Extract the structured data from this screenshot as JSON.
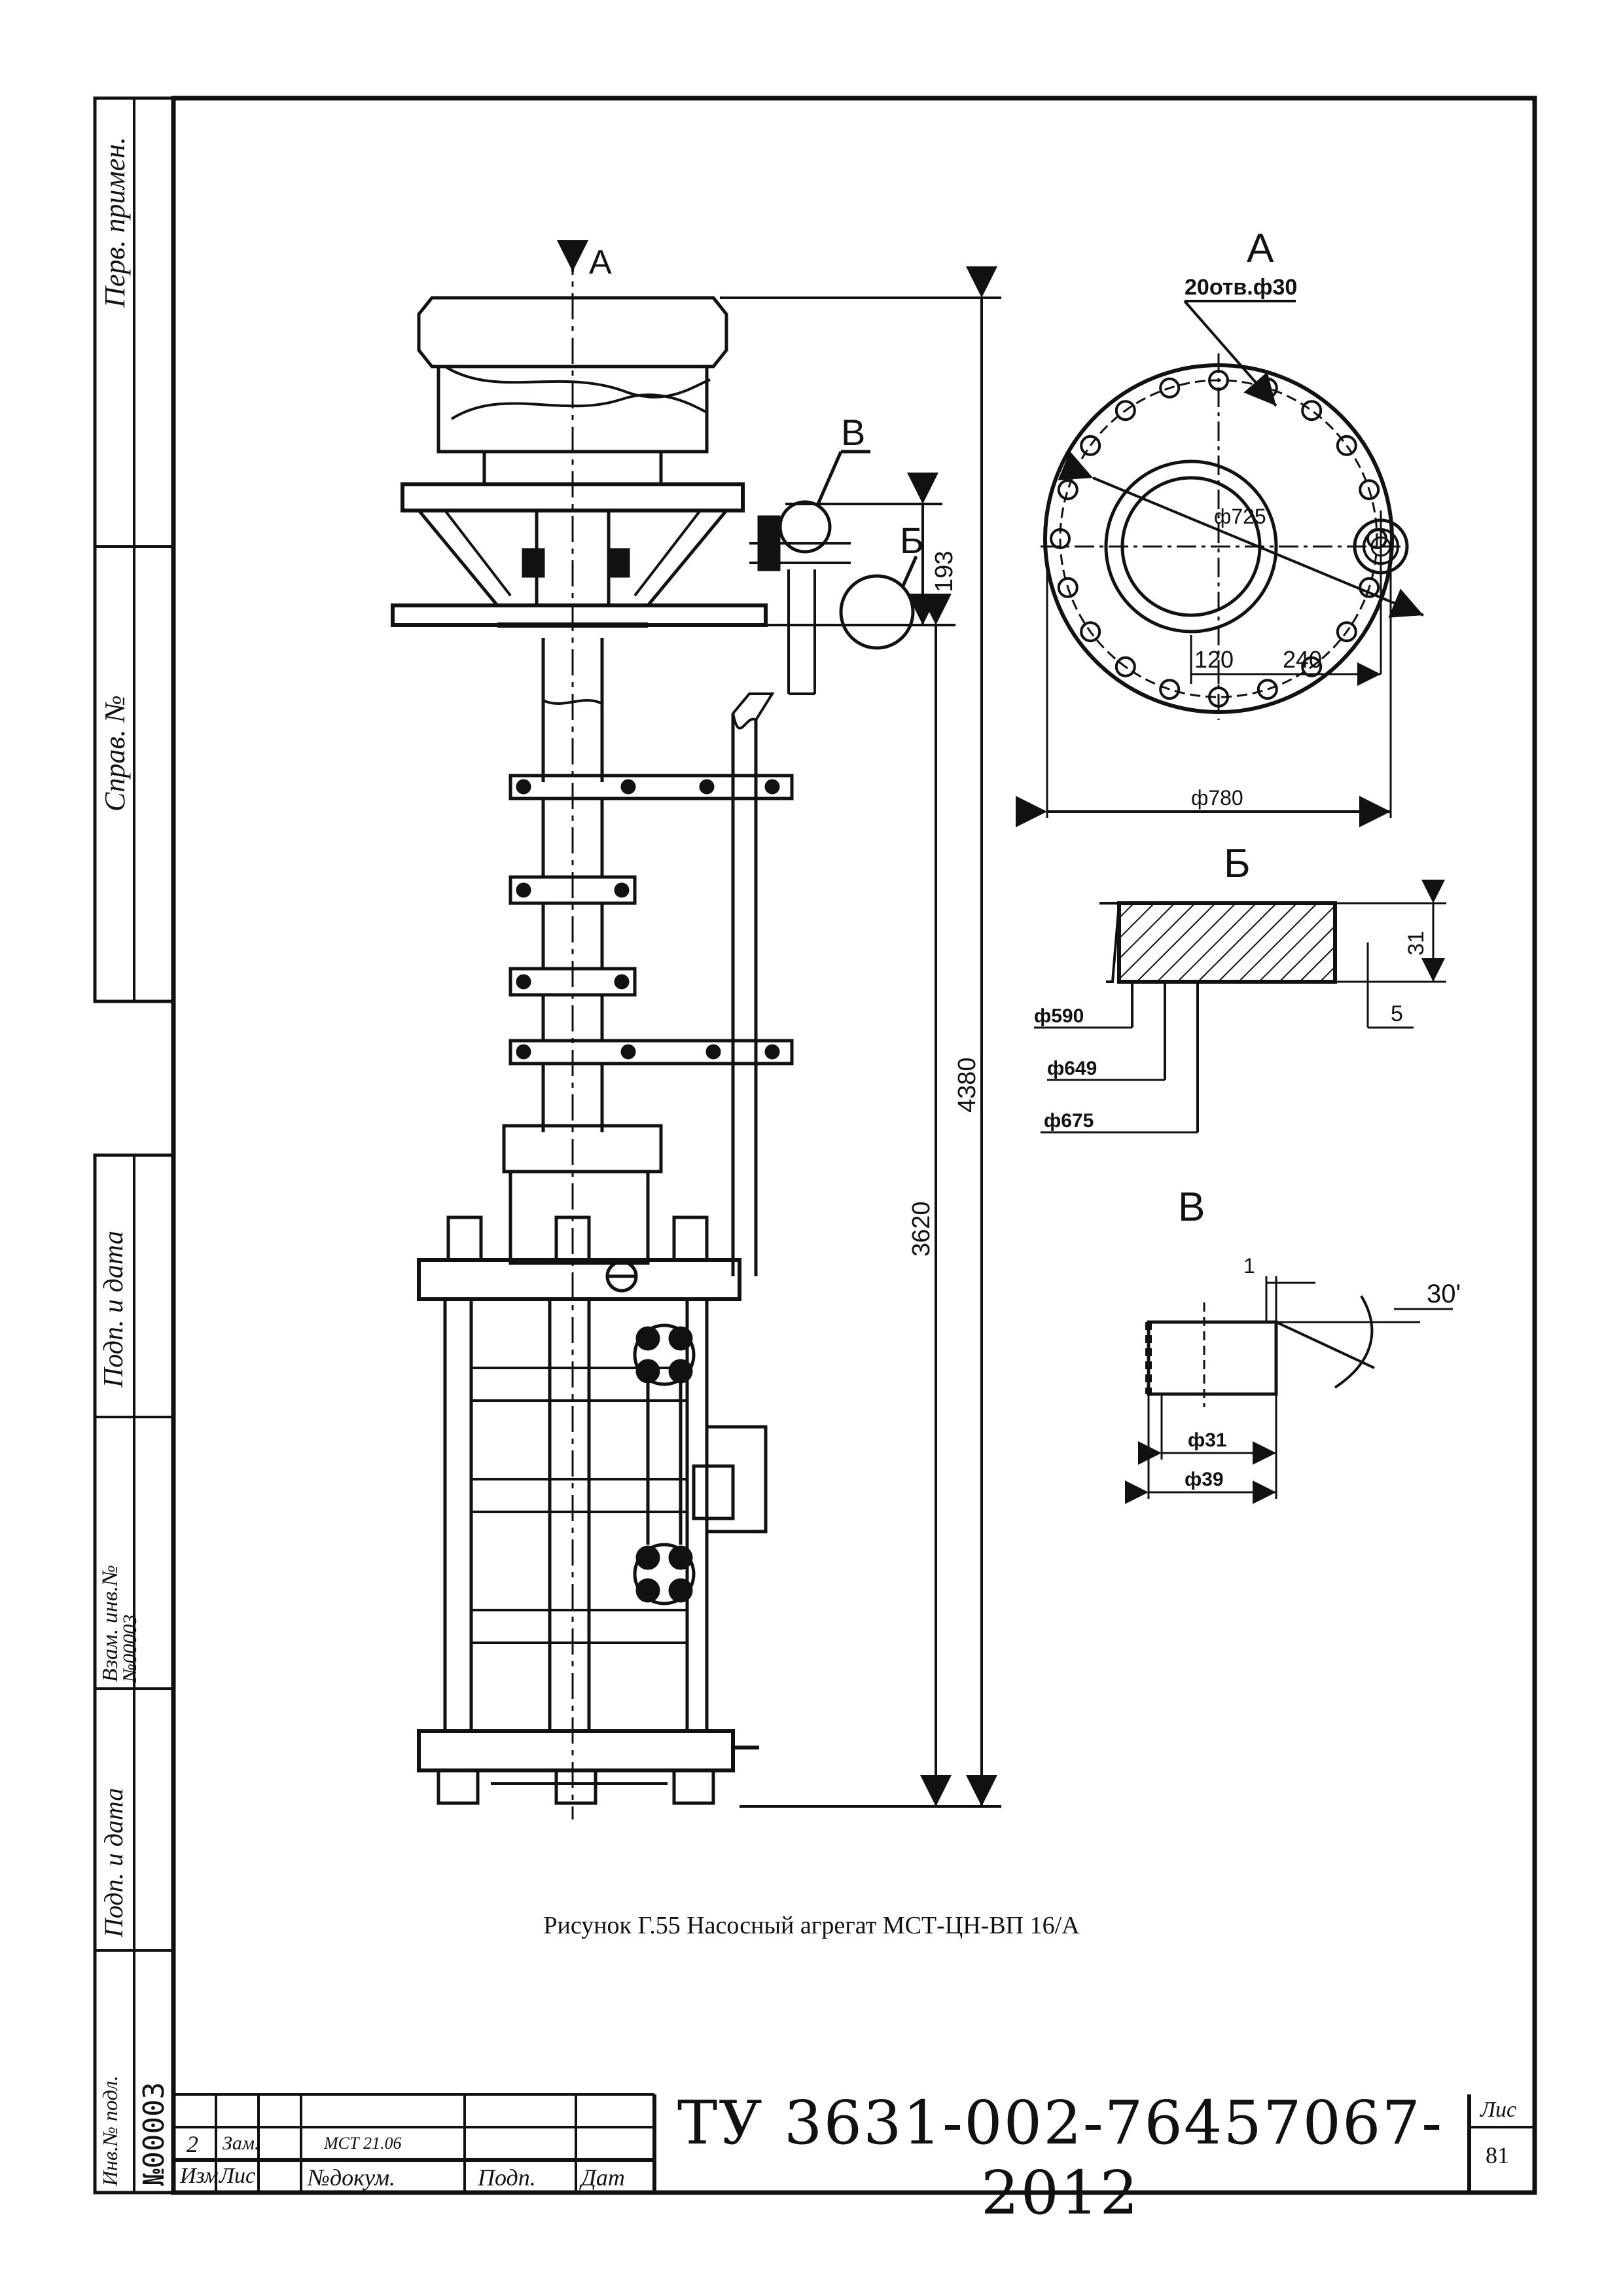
{
  "figure": {
    "caption": "Рисунок Г.55 Насосный агрегат МСТ-ЦН-ВП 16/А",
    "view_arrow": "A",
    "callout_v": "В",
    "callout_b": "Б",
    "dim_193": "193",
    "dim_4380": "4380",
    "dim_3620": "3620"
  },
  "view_a": {
    "title": "A",
    "holes_note": "20отв.ф30",
    "dim_725": "ф725",
    "dim_120": "120",
    "dim_240": "240",
    "dim_780": "ф780"
  },
  "detail_b": {
    "title": "Б",
    "dim_31": "31",
    "dim_5": "5",
    "dim_590": "ф590",
    "dim_649": "ф649",
    "dim_675": "ф675"
  },
  "detail_v": {
    "title": "В",
    "dim_1": "1",
    "dim_30": "30'",
    "dim_31": "ф31",
    "dim_39": "ф39"
  },
  "side_stamp": {
    "perv_primen": "Перв. примен.",
    "sprav": "Справ. №",
    "podp_data_1": "Подп. и дата",
    "vzam_inv": "Взам. инв.№",
    "vzam_inv_value": "№00003",
    "podp_data_2": "Подп. и дата",
    "inv_podl": "Инв.№ подл.",
    "inv_podl_value": "№00003"
  },
  "title_block": {
    "izm": "2",
    "list": "Зам.",
    "doc_no": "МСТ 21.06",
    "header_izm": "Изм",
    "header_list": "Лис",
    "header_doc": "№докум.",
    "header_podp": "Подп.",
    "header_date": "Дат",
    "designation": "ТУ 3631-002-76457067-2012",
    "sheet_label": "Лис",
    "sheet_no": "81"
  }
}
